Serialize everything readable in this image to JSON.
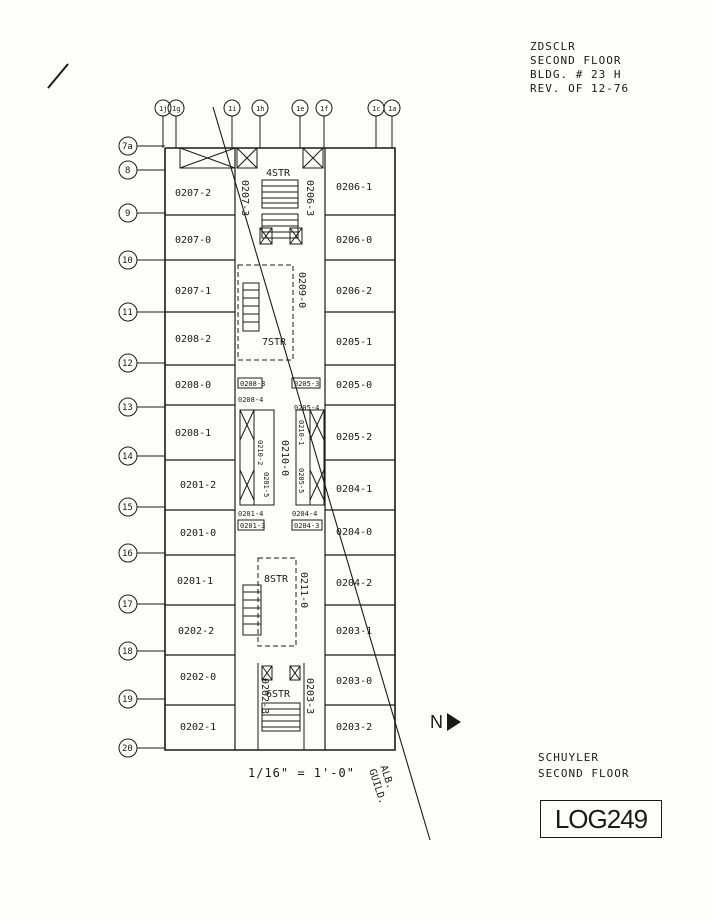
{
  "title_block": {
    "line1": "ZDSCLR",
    "line2": "SECOND FLOOR",
    "line3": "BLDG. # 23 H",
    "line4": "REV. OF 12-76"
  },
  "bottom_block": {
    "line1": "SCHUYLER",
    "line2": "SECOND FLOOR"
  },
  "log_stamp": "LOG249",
  "scale": "1/16\" = 1'-0\"",
  "north_label": "N",
  "street": {
    "line1": "ALB.",
    "line2": "GUILD."
  },
  "grid_rows": [
    "7a",
    "8",
    "9",
    "10",
    "11",
    "12",
    "13",
    "14",
    "15",
    "16",
    "17",
    "18",
    "19",
    "20"
  ],
  "grid_cols": [
    "1j",
    "1g",
    "1i",
    "1h",
    "1e",
    "1f",
    "1c",
    "1a"
  ],
  "stairs": [
    "4STR",
    "7STR",
    "8STR",
    "6STR"
  ],
  "rooms_left": [
    "0207-2",
    "0207-0",
    "0207-1",
    "0208-2",
    "0208-0",
    "0208-1",
    "0201-2",
    "0201-0",
    "0201-1",
    "0202-2",
    "0202-0",
    "0202-1"
  ],
  "rooms_right": [
    "0206-1",
    "0206-0",
    "0206-2",
    "0205-1",
    "0205-0",
    "0205-2",
    "0204-1",
    "0204-0",
    "0204-2",
    "0203-1",
    "0203-0",
    "0203-2"
  ],
  "corridor_rooms": [
    "0207-3",
    "0206-3",
    "0209-0",
    "0210-0",
    "0211-0",
    "0202-3",
    "0203-3"
  ],
  "small_rooms": [
    "0208-3",
    "0208-4",
    "0205-3",
    "0205-4",
    "0210-2",
    "0201-5",
    "0210-1",
    "0205-5",
    "0201-4",
    "0204-4",
    "0201-3",
    "0204-3"
  ]
}
